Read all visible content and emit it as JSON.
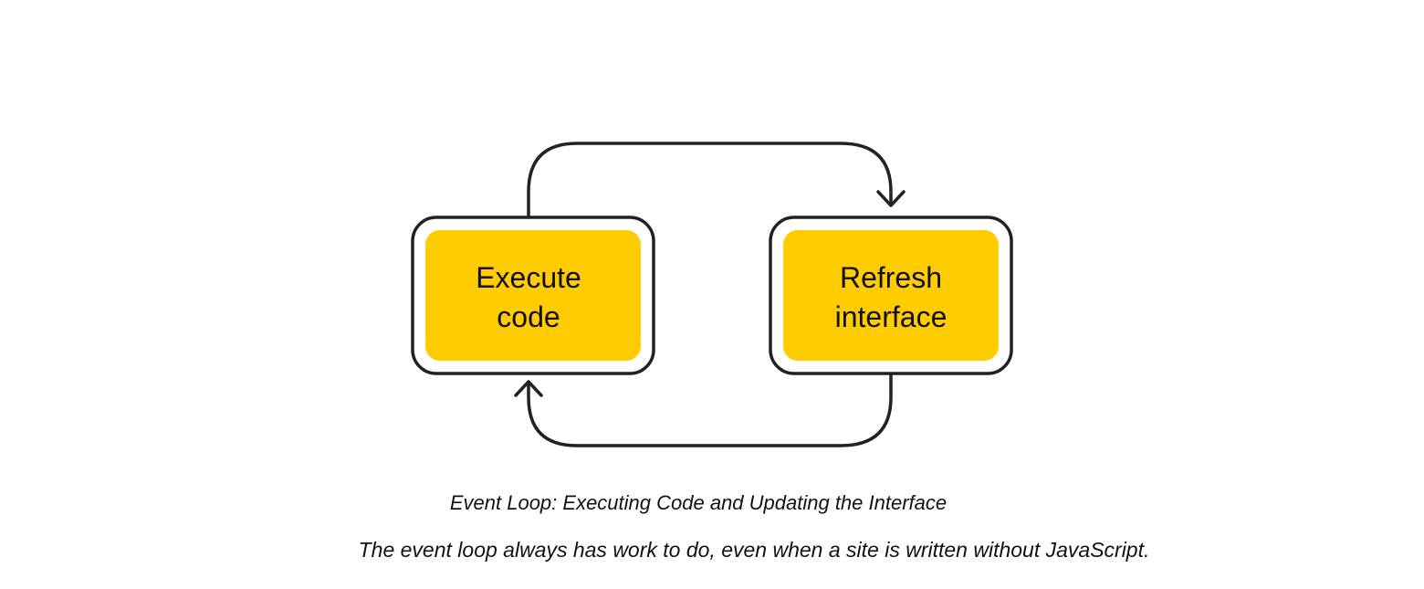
{
  "diagram": {
    "nodes": [
      {
        "id": "execute",
        "line1": "Execute",
        "line2": "code"
      },
      {
        "id": "refresh",
        "line1": "Refresh",
        "line2": "interface"
      }
    ],
    "edges": [
      {
        "from": "execute",
        "to": "refresh"
      },
      {
        "from": "refresh",
        "to": "execute"
      }
    ],
    "colors": {
      "box_fill": "#FFCC00",
      "outline": "#222222",
      "text": "#111111"
    }
  },
  "caption": {
    "title": "Event Loop: Executing Code and Updating the Interface",
    "text": "The event loop always has work to do, even when a site is written without JavaScript."
  }
}
